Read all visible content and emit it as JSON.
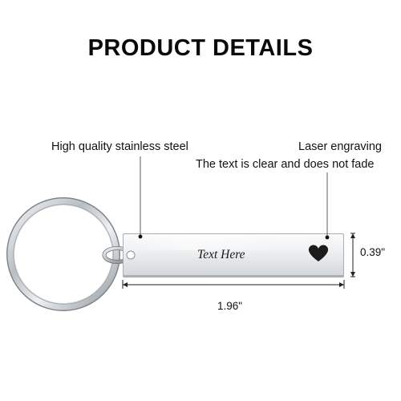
{
  "title": "PRODUCT DETAILS",
  "callouts": {
    "material": "High quality stainless steel",
    "engraving_title": "Laser engraving",
    "engraving_note": "The text is clear and does not fade"
  },
  "product": {
    "engraved_text": "Text Here",
    "engraved_icon": "heart-icon"
  },
  "dimensions": {
    "height": "0.39\"",
    "width": "1.96\""
  },
  "colors": {
    "text": "#111111",
    "steel_light": "#f4f5f6",
    "steel_dark": "#9ca1a6",
    "engraving": "#1b1b1b"
  }
}
